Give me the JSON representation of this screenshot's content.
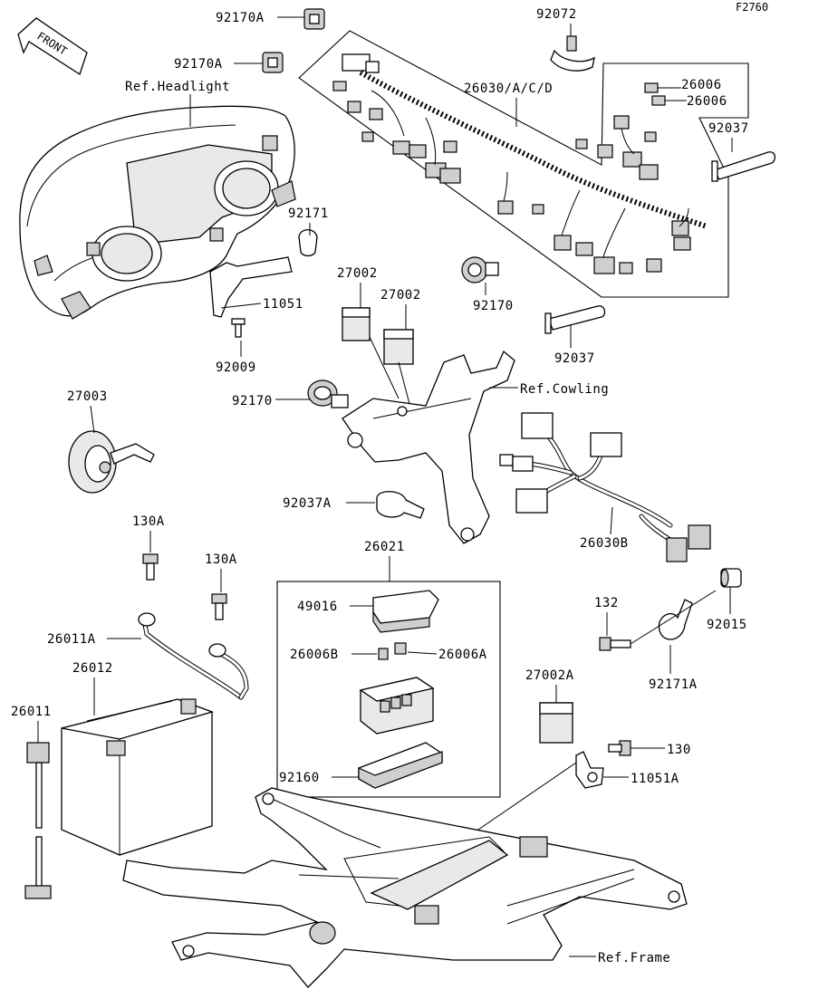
{
  "figure_code": "F2760",
  "front_label": "FRONT",
  "references": {
    "headlight": "Ref.Headlight",
    "cowling": "Ref.Cowling",
    "frame": "Ref.Frame"
  },
  "callouts": {
    "p92170A_top": "92170A",
    "p92170A_mid": "92170A",
    "p92072": "92072",
    "p26030ACD": "26030/A/C/D",
    "p26006_a": "26006",
    "p26006_b": "26006",
    "p92037_right": "92037",
    "p92171": "92171",
    "p11051": "11051",
    "p92009": "92009",
    "p27002_a": "27002",
    "p27002_b": "27002",
    "p92170_mid": "92170",
    "p92037_mid": "92037",
    "p27003": "27003",
    "p92170_left": "92170",
    "p92037A": "92037A",
    "p26030B": "26030B",
    "p130A_a": "130A",
    "p130A_b": "130A",
    "p26021": "26021",
    "p49016": "49016",
    "p26006B": "26006B",
    "p26006A": "26006A",
    "p26011A": "26011A",
    "p26012": "26012",
    "p26011": "26011",
    "p27002A": "27002A",
    "p132": "132",
    "p92015": "92015",
    "p92171A": "92171A",
    "p130": "130",
    "p11051A": "11051A",
    "p92160": "92160"
  }
}
